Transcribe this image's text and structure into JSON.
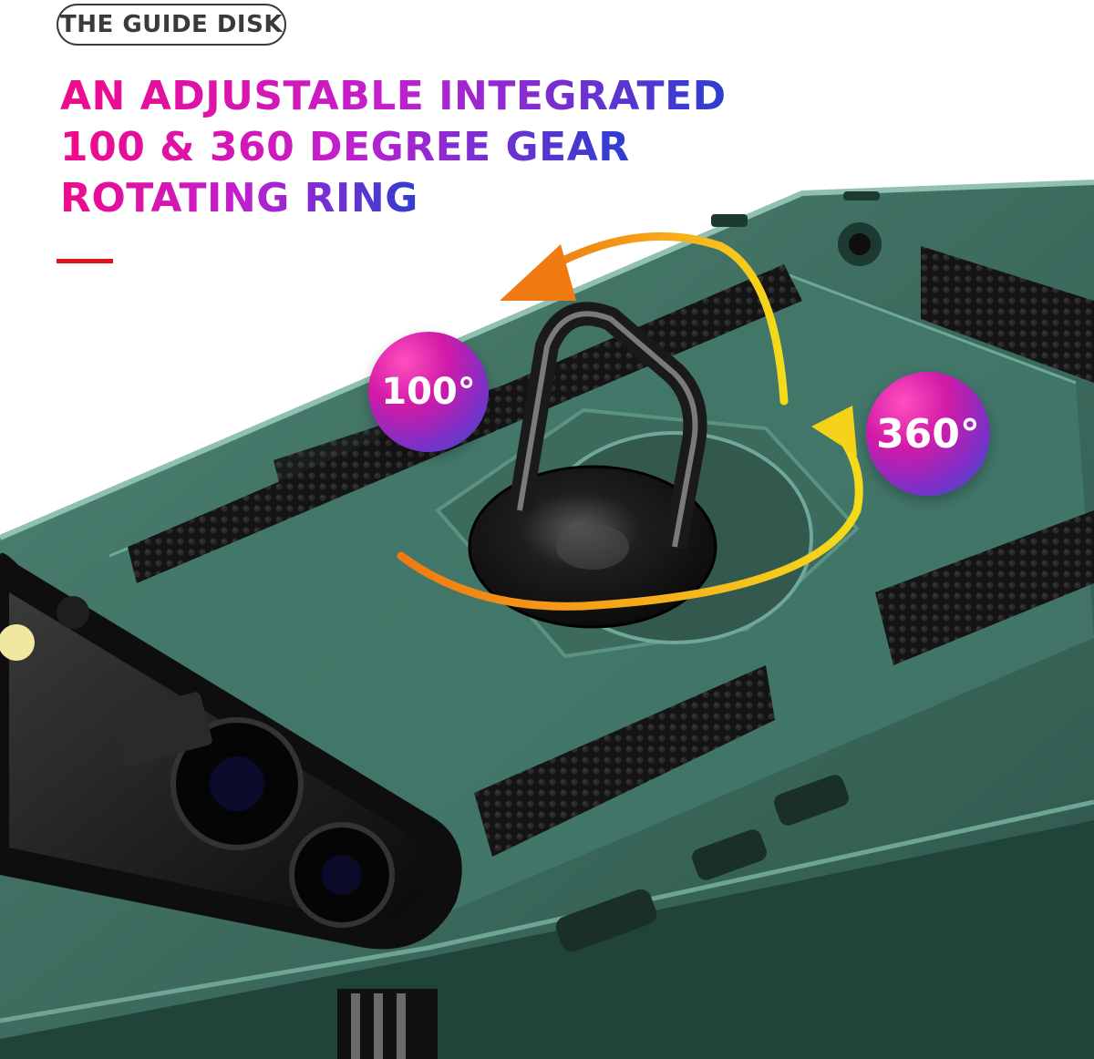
{
  "pill_label": "THE GUIDE DISK",
  "headline": {
    "line1": "AN ADJUSTABLE INTEGRATED",
    "line2": "100 & 360 DEGREE GEAR",
    "line3": "ROTATING RING"
  },
  "badges": {
    "left": "100°",
    "right": "360°"
  },
  "colors": {
    "case_green": "#3f6f61",
    "accent_red": "#e0141e",
    "arrow_orange": "#f7a21a",
    "arrow_yellow": "#f4d21a"
  }
}
